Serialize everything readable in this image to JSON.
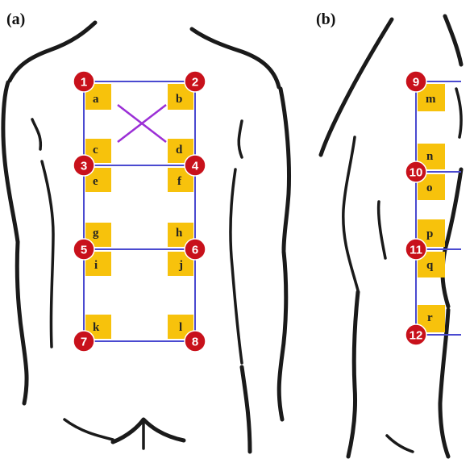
{
  "panels": {
    "a": {
      "label": "(a)"
    },
    "b": {
      "label": "(b)"
    }
  },
  "colors": {
    "electrode_fill": "#c8111b",
    "electrode_text": "#ffffff",
    "pad_fill": "#f7c20c",
    "lead_line": "#4a4ad0",
    "cross": "#9b2fd6",
    "outline": "#1a1a1a"
  },
  "electrodes": {
    "e1": "1",
    "e2": "2",
    "e3": "3",
    "e4": "4",
    "e5": "5",
    "e6": "6",
    "e7": "7",
    "e8": "8",
    "e9": "9",
    "e10": "10",
    "e11": "11",
    "e12": "12"
  },
  "pads": {
    "a": "a",
    "b": "b",
    "c": "c",
    "d": "d",
    "e": "e",
    "f": "f",
    "g": "g",
    "h": "h",
    "i": "i",
    "j": "j",
    "k": "k",
    "l": "l",
    "m": "m",
    "n": "n",
    "o": "o",
    "p": "p",
    "q": "q",
    "r": "r"
  }
}
